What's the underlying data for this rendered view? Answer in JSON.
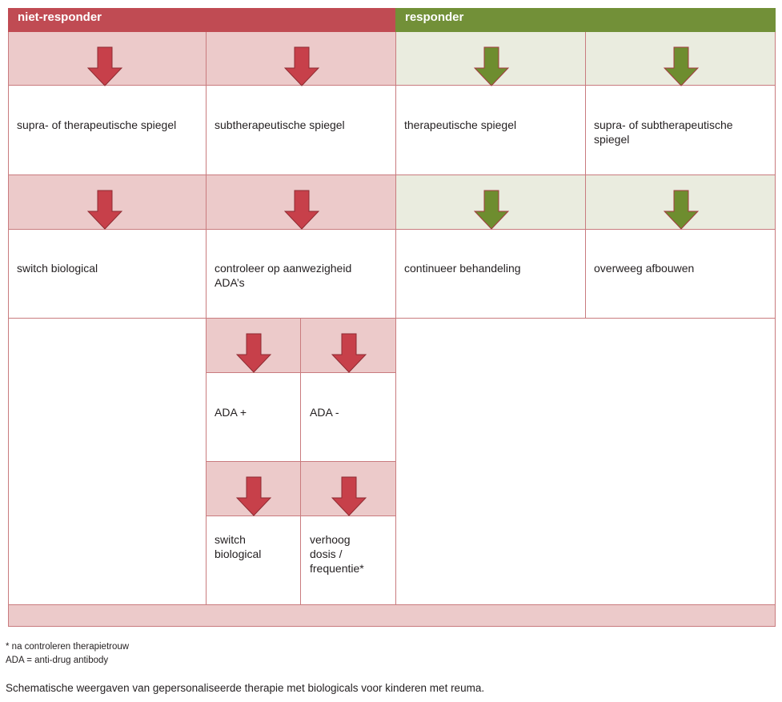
{
  "header": {
    "left_title": "niet-responder",
    "right_title": "responder"
  },
  "level1": {
    "nr_col1": "supra- of therapeutische spiegel",
    "nr_col2": "subtherapeutische spiegel",
    "r_col1": "therapeutische spiegel",
    "r_col2": "supra- of subtherapeutische\nspiegel"
  },
  "level2": {
    "nr_col1": "switch biological",
    "nr_col2": "controleer op aanwezigheid\nADA’s",
    "r_col1": "continueer behandeling",
    "r_col2": "overweeg afbouwen"
  },
  "level3": {
    "ada_plus": "ADA +",
    "ada_minus": "ADA -"
  },
  "level4": {
    "plus_action": "switch\nbiological",
    "minus_action": "verhoog\ndosis /\nfrequentie*"
  },
  "footnotes": {
    "note1": "* na controleren therapietrouw",
    "note2": "ADA = anti-drug antibody"
  },
  "caption": "Schematische weergaven van gepersonaliseerde therapie met biologicals voor kinderen met reuma.",
  "colors": {
    "red_header": "#c04b53",
    "green_header": "#729038",
    "red_band": "#eccaca",
    "green_band": "#eaecdf",
    "red_arrow": "#c7404a",
    "green_arrow": "#6e8d2f"
  },
  "icons": {
    "down_arrow_red": "arrow-down-red-icon",
    "down_arrow_green": "arrow-down-green-icon"
  }
}
